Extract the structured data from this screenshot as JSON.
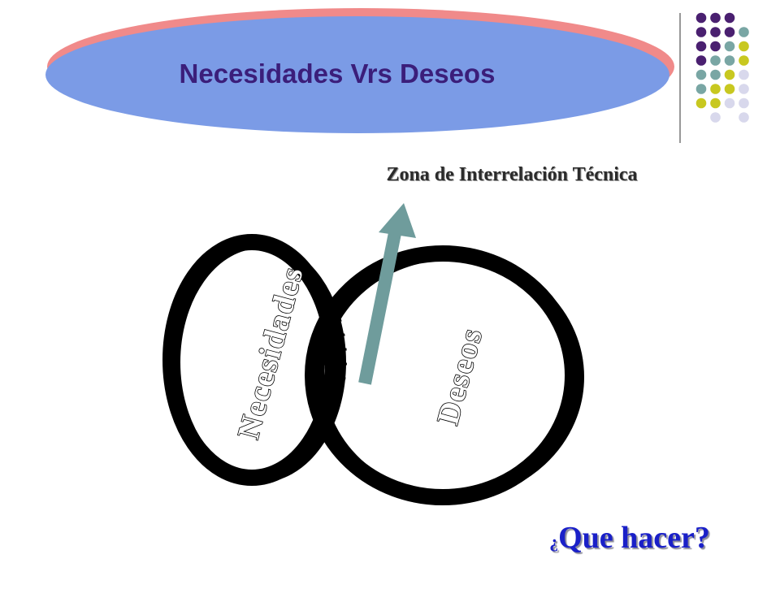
{
  "title": "Necesidades Vrs Deseos",
  "diagram": {
    "left_circle_label": "Necesidades",
    "right_circle_label": "Deseos",
    "intersection_label": "Zona de Interrelación Técnica"
  },
  "question": {
    "opening_mark": "¿",
    "text": "Que hacer?"
  },
  "colors": {
    "title_ellipse_fill": "#7b9be6",
    "title_ellipse_shadow": "#f08a8a",
    "title_text": "#3b1e7a",
    "question_text": "#1a20c8",
    "arrow": "#6f9c9c",
    "dot_purple": "#4a2070",
    "dot_teal": "#79a6a4",
    "dot_yellow": "#c8c820",
    "dot_lavender": "#d8d8ec"
  },
  "decor_dots": [
    [
      "purple",
      "purple",
      "purple",
      null
    ],
    [
      "purple",
      "purple",
      "purple",
      "teal"
    ],
    [
      "purple",
      "purple",
      "teal",
      "yellow"
    ],
    [
      "purple",
      "teal",
      "teal",
      "yellow"
    ],
    [
      "teal",
      "teal",
      "yellow",
      "lavender"
    ],
    [
      "teal",
      "yellow",
      "yellow",
      "lavender"
    ],
    [
      "yellow",
      "yellow",
      "lavender",
      "lavender"
    ],
    [
      null,
      "lavender",
      null,
      "lavender"
    ]
  ]
}
